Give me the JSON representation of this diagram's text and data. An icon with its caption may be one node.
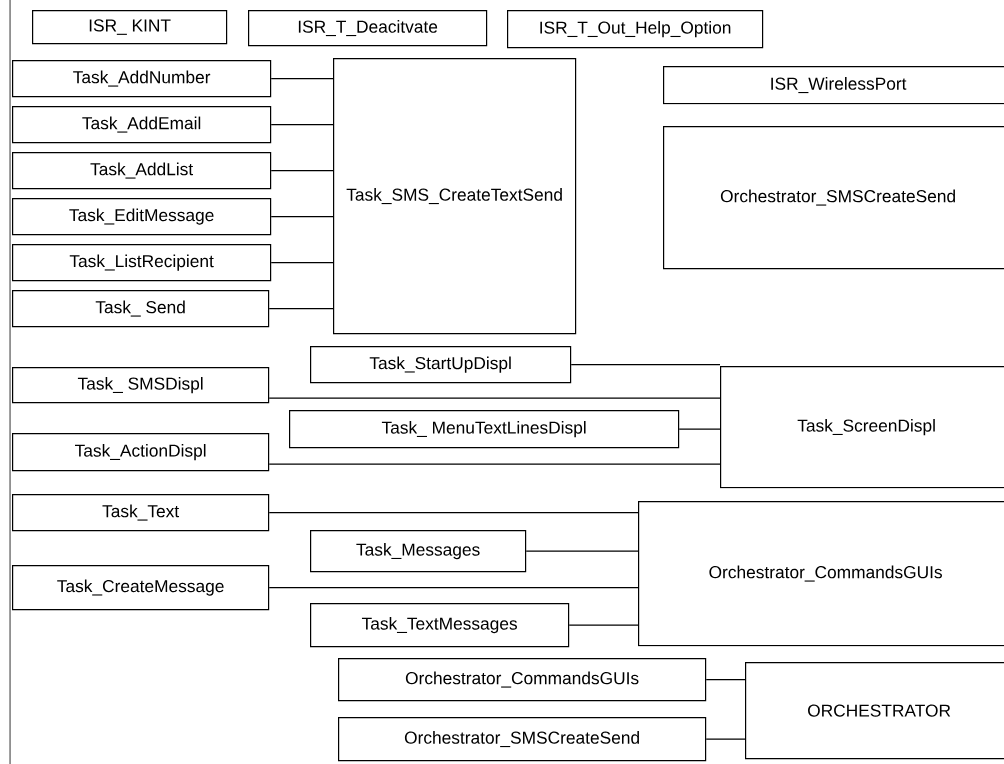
{
  "diagram": {
    "nodes": [
      {
        "text": [
          "ISR_ KINT"
        ]
      },
      {
        "text": [
          "ISR_T_Deacitvate"
        ]
      },
      {
        "text": [
          "ISR_T_Out_Help_Option"
        ]
      },
      {
        "text": [
          "Task_AddNumber"
        ]
      },
      {
        "text": [
          "Task_AddEmail"
        ]
      },
      {
        "text": [
          "Task_AddList"
        ]
      },
      {
        "text": [
          "Task_EditMessage"
        ]
      },
      {
        "text": [
          "Task_ListRecipient"
        ]
      },
      {
        "text": [
          "Task_ Send"
        ]
      },
      {
        "text": [
          "Task_SMS_CreateTextSend"
        ]
      },
      {
        "text": [
          "ISR_WirelessPort"
        ]
      },
      {
        "text": [
          "Orchestrator_SMSCreateSend"
        ]
      },
      {
        "text": [
          "Task_StartUpDispl"
        ]
      },
      {
        "text": [
          "Task_ SMSDispl"
        ]
      },
      {
        "text": [
          "Task_ MenuTextLinesDispl"
        ]
      },
      {
        "text": [
          "Task_ActionDispl"
        ]
      },
      {
        "text": [
          "Task_ScreenDispl"
        ]
      },
      {
        "text": [
          "Task_Text"
        ]
      },
      {
        "text": [
          "Task_Messages"
        ]
      },
      {
        "text": [
          "Task_CreateMessage"
        ]
      },
      {
        "text": [
          "Orchestrator_CommandsGUIs"
        ]
      },
      {
        "text": [
          "Task_TextMessages"
        ]
      },
      {
        "text": [
          "Orchestrator_CommandsGUIs"
        ]
      },
      {
        "text": [
          "Orchestrator_SMSCreateSend"
        ]
      },
      {
        "text": [
          "ORCHESTRATOR"
        ]
      }
    ],
    "edges": [
      {
        "from": 3,
        "to": 9,
        "arrow": "none"
      },
      {
        "from": 4,
        "to": 9,
        "arrow": "none"
      },
      {
        "from": 5,
        "to": 9,
        "arrow": "none"
      },
      {
        "from": 6,
        "to": 9,
        "arrow": "none"
      },
      {
        "from": 7,
        "to": 9,
        "arrow": "none"
      },
      {
        "from": 8,
        "to": 9,
        "arrow": "none"
      },
      {
        "from": 12,
        "to": 16,
        "arrow": "none"
      },
      {
        "from": 13,
        "to": 16,
        "arrow": "none"
      },
      {
        "from": 14,
        "to": 16,
        "arrow": "none"
      },
      {
        "from": 15,
        "to": 16,
        "arrow": "none"
      },
      {
        "from": 17,
        "to": 20,
        "arrow": "none"
      },
      {
        "from": 18,
        "to": 20,
        "arrow": "none"
      },
      {
        "from": 19,
        "to": 20,
        "arrow": "none"
      },
      {
        "from": 21,
        "to": 20,
        "arrow": "none"
      },
      {
        "from": 22,
        "to": 24,
        "arrow": "none"
      },
      {
        "from": 23,
        "to": 24,
        "arrow": "none"
      }
    ]
  }
}
